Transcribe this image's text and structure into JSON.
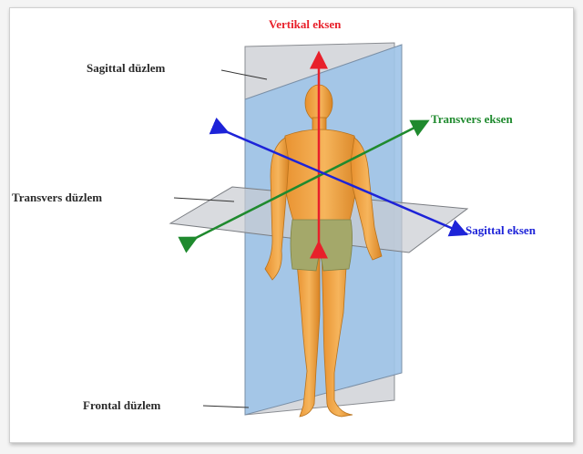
{
  "labels": {
    "vertical_axis": "Vertikal eksen",
    "sagittal_plane": "Sagittal düzlem",
    "transverse_axis": "Transvers eksen",
    "transverse_plane": "Transvers düzlem",
    "sagittal_axis": "Sagittal eksen",
    "frontal_plane": "Frontal düzlem"
  },
  "colors": {
    "vertical_axis": "#e8202a",
    "transverse_axis": "#1f8a2e",
    "sagittal_axis": "#1d23d8",
    "plane_labels": "#2a2a2a",
    "frontal_plane_fill": "#9fc3e8",
    "plane_fill": "#c9ccd1",
    "body_skin": "#f2a54a",
    "body_shorts": "#a4a86a"
  }
}
